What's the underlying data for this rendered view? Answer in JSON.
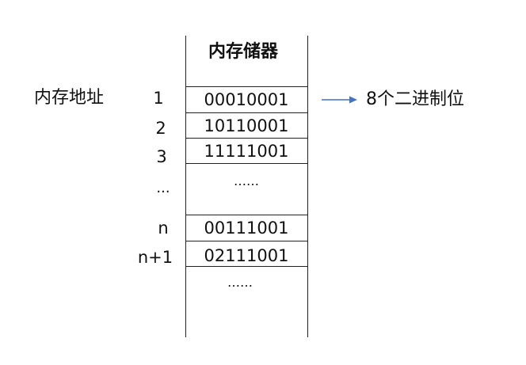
{
  "header": {
    "title": "内存储器"
  },
  "address_label": "内存地址",
  "rows": [
    {
      "address": "1",
      "value": "00010001"
    },
    {
      "address": "2",
      "value": "10110001"
    },
    {
      "address": "3",
      "value": "11111001"
    },
    {
      "address": "...",
      "value": "……"
    },
    {
      "address": "n",
      "value": "00111001"
    },
    {
      "address": "n+1",
      "value": "02111001"
    }
  ],
  "trailing_value": "……",
  "annotation": {
    "text": "8个二进制位",
    "arrow_color": "#4472c4"
  }
}
